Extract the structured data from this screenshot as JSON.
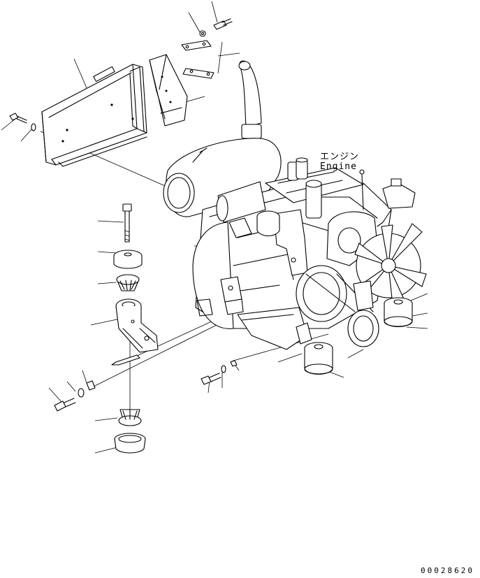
{
  "labels": {
    "engine_jp": "エンジン",
    "engine_en": "Engine",
    "figure_number": "00028620"
  }
}
